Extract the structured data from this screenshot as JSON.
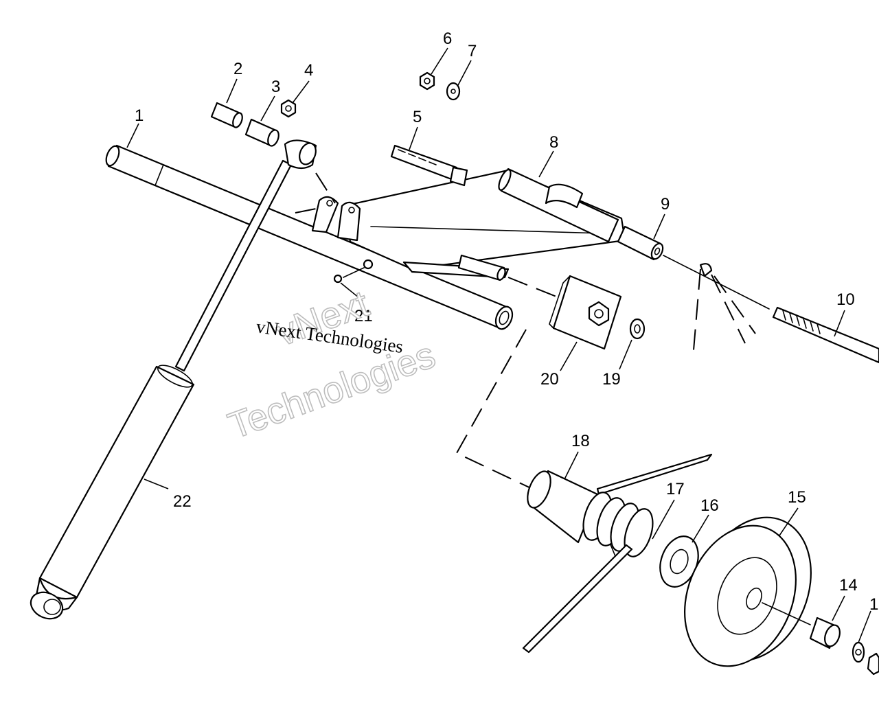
{
  "callouts": {
    "c1": "1",
    "c2": "2",
    "c3": "3",
    "c4": "4",
    "c5": "5",
    "c6": "6",
    "c7": "7",
    "c8": "8",
    "c9": "9",
    "c10": "10",
    "c14": "14",
    "c15": "15",
    "c16": "16",
    "c17": "17",
    "c18": "18",
    "c19": "19",
    "c20": "20",
    "c21": "21",
    "c22": "22",
    "c13_partial": "1"
  },
  "watermark": {
    "line_small": "vNext Technologies",
    "line_big_1": "vNext",
    "line_big_2": "Technologies"
  }
}
